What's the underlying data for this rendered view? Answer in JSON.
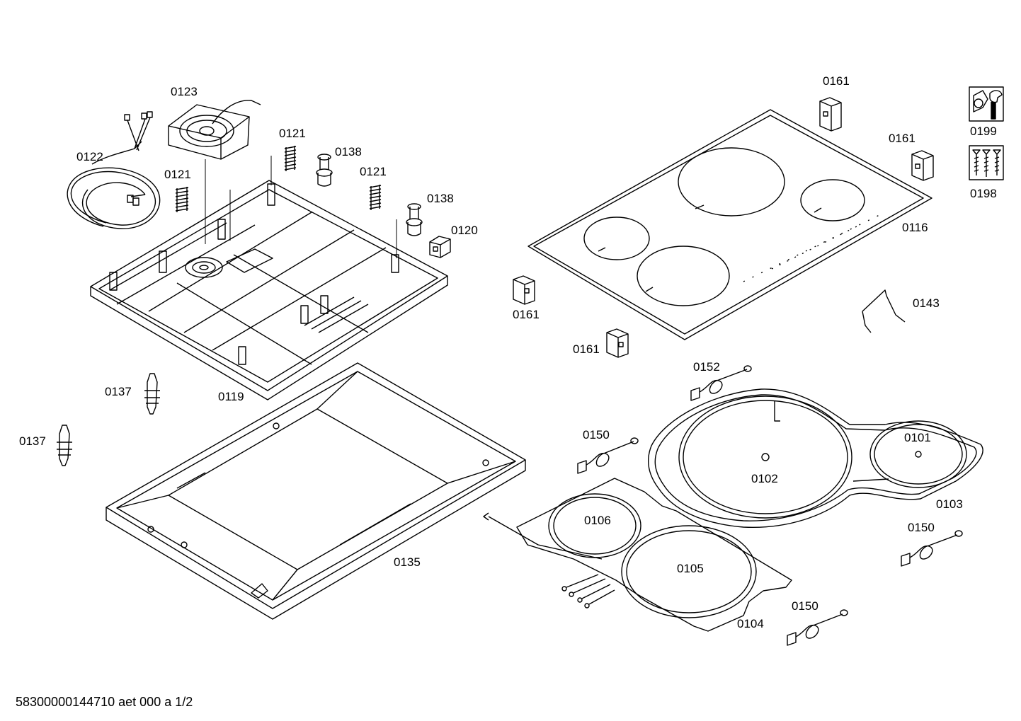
{
  "labels": {
    "l0123": "0123",
    "l0122": "0122",
    "l0121a": "0121",
    "l0121b": "0121",
    "l0121c": "0121",
    "l0138a": "0138",
    "l0138b": "0138",
    "l0120": "0120",
    "l0119": "0119",
    "l0137a": "0137",
    "l0137b": "0137",
    "l0135": "0135",
    "l0161a": "0161",
    "l0161b": "0161",
    "l0161c": "0161",
    "l0161d": "0161",
    "l0116": "0116",
    "l0143": "0143",
    "l0152": "0152",
    "l0150a": "0150",
    "l0150b": "0150",
    "l0150c": "0150",
    "l0101": "0101",
    "l0102": "0102",
    "l0103": "0103",
    "l0104": "0104",
    "l0105": "0105",
    "l0106": "0106",
    "l0199": "0199",
    "l0198": "0198"
  },
  "footer": "58300000144710 aet 000 a 1/2",
  "icons": {
    "tool": "wrench-icon",
    "screws": "screws-icon"
  }
}
